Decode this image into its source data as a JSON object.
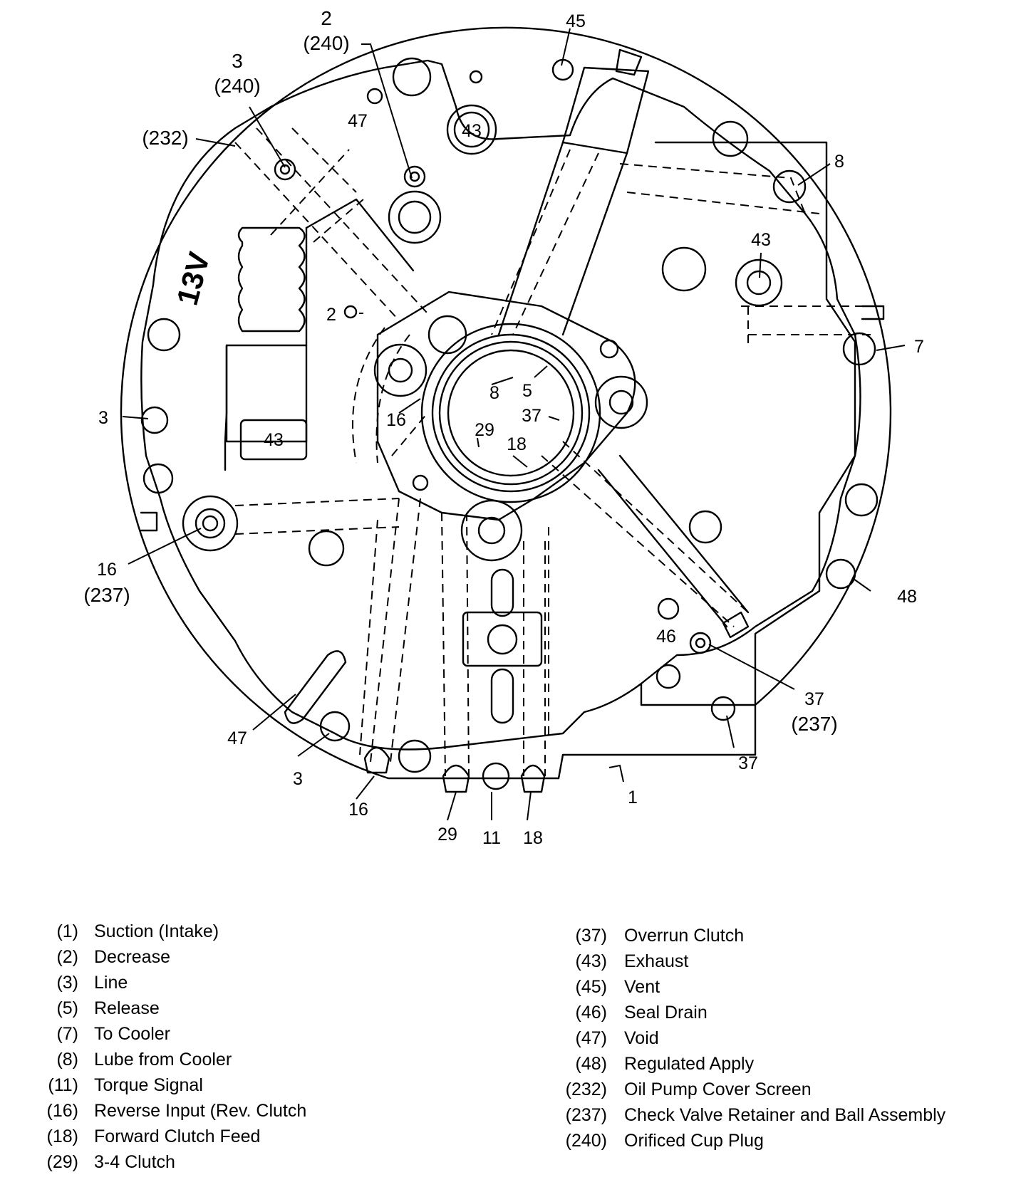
{
  "diagram": {
    "callouts": {
      "c2_240": {
        "num": "2",
        "sub": "(240)"
      },
      "c3_240": {
        "num": "3",
        "sub": "(240)"
      },
      "c232": "(232)",
      "c45": "45",
      "c47_top": "47",
      "c43_top": "43",
      "c8_right": "8",
      "c43_right": "43",
      "c13v": "13V",
      "c2_inner": "2",
      "c7": "7",
      "c3_left": "3",
      "c43_left": "43",
      "c16_inner": "16",
      "c8_center": "8",
      "c5_center": "5",
      "c37_center": "37",
      "c29_center": "29",
      "c18_center": "18",
      "c16_237": {
        "num": "16",
        "sub": "(237)"
      },
      "c48": "48",
      "c46": "46",
      "c37_237": {
        "num": "37",
        "sub": "(237)"
      },
      "c47_bottom": "47",
      "c3_bottom": "3",
      "c37_bottom": "37",
      "c1": "1",
      "c16_bottom": "16",
      "c29_bottom": "29",
      "c11_bottom": "11",
      "c18_bottom": "18"
    }
  },
  "legend": {
    "left": [
      {
        "num": "(1)",
        "label": "Suction (Intake)"
      },
      {
        "num": "(2)",
        "label": "Decrease"
      },
      {
        "num": "(3)",
        "label": "Line"
      },
      {
        "num": "(5)",
        "label": "Release"
      },
      {
        "num": "(7)",
        "label": "To Cooler"
      },
      {
        "num": "(8)",
        "label": "Lube from Cooler"
      },
      {
        "num": "(11)",
        "label": "Torque Signal"
      },
      {
        "num": "(16)",
        "label": "Reverse Input (Rev. Clutch"
      },
      {
        "num": "(18)",
        "label": "Forward Clutch Feed"
      },
      {
        "num": "(29)",
        "label": "3-4 Clutch"
      }
    ],
    "right": [
      {
        "num": "(37)",
        "label": "Overrun Clutch"
      },
      {
        "num": "(43)",
        "label": "Exhaust"
      },
      {
        "num": "(45)",
        "label": "Vent"
      },
      {
        "num": "(46)",
        "label": "Seal Drain"
      },
      {
        "num": "(47)",
        "label": "Void"
      },
      {
        "num": "(48)",
        "label": "Regulated Apply"
      },
      {
        "num": "(232)",
        "label": "Oil Pump Cover Screen"
      },
      {
        "num": "(237)",
        "label": "Check Valve Retainer and Ball Assembly"
      },
      {
        "num": "(240)",
        "label": "Orificed Cup Plug"
      }
    ]
  }
}
